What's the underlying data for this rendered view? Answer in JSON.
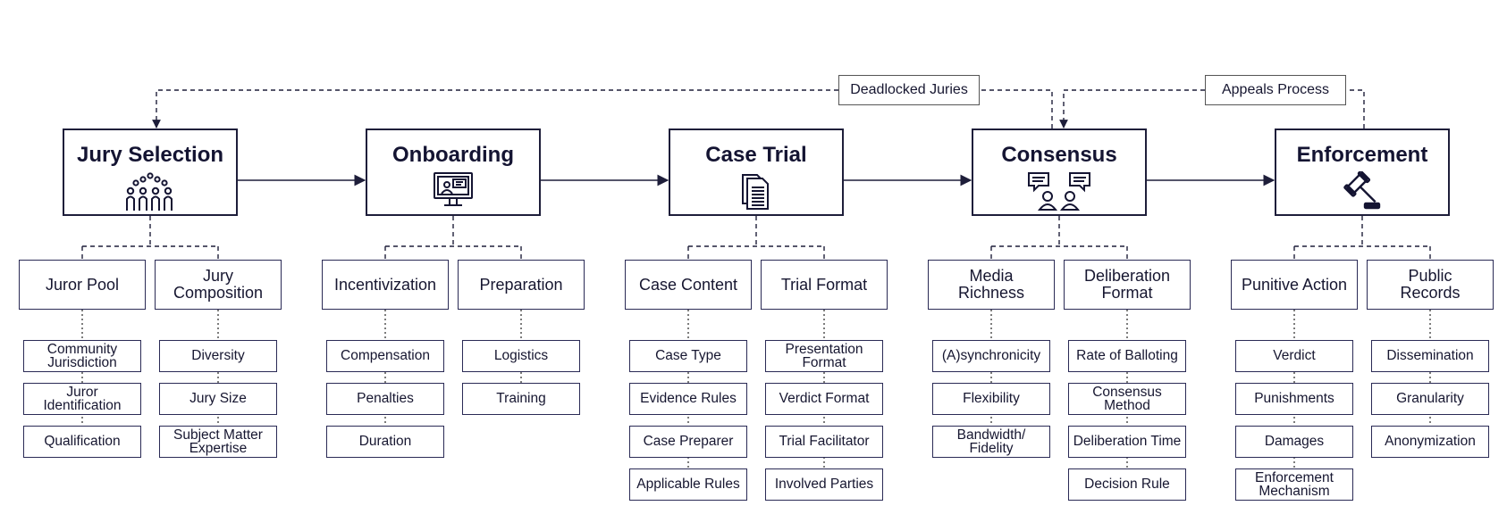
{
  "stages": [
    {
      "title": "Jury Selection",
      "icon": "jury-group-icon",
      "categories": [
        {
          "label": "Juror Pool",
          "items": [
            "Community\nJurisdiction",
            "Juror\nIdentification",
            "Qualification"
          ]
        },
        {
          "label": "Jury\nComposition",
          "items": [
            "Diversity",
            "Jury Size",
            "Subject Matter\nExpertise"
          ]
        }
      ]
    },
    {
      "title": "Onboarding",
      "icon": "monitor-presentation-icon",
      "categories": [
        {
          "label": "Incentivization",
          "items": [
            "Compensation",
            "Penalties",
            "Duration"
          ]
        },
        {
          "label": "Preparation",
          "items": [
            "Logistics",
            "Training"
          ]
        }
      ]
    },
    {
      "title": "Case Trial",
      "icon": "documents-icon",
      "categories": [
        {
          "label": "Case Content",
          "items": [
            "Case Type",
            "Evidence Rules",
            "Case Preparer",
            "Applicable Rules"
          ]
        },
        {
          "label": "Trial Format",
          "items": [
            "Presentation\nFormat",
            "Verdict Format",
            "Trial Facilitator",
            "Involved Parties"
          ]
        }
      ]
    },
    {
      "title": "Consensus",
      "icon": "discussion-icon",
      "categories": [
        {
          "label": "Media\nRichness",
          "items": [
            "(A)synchronicity",
            "Flexibility",
            "Bandwidth/\nFidelity"
          ]
        },
        {
          "label": "Deliberation\nFormat",
          "items": [
            "Rate of Balloting",
            "Consensus\nMethod",
            "Deliberation Time",
            "Decision Rule"
          ]
        }
      ]
    },
    {
      "title": "Enforcement",
      "icon": "gavel-icon",
      "categories": [
        {
          "label": "Punitive Action",
          "items": [
            "Verdict",
            "Punishments",
            "Damages",
            "Enforcement\nMechanism"
          ]
        },
        {
          "label": "Public\nRecords",
          "items": [
            "Dissemination",
            "Granularity",
            "Anonymization"
          ]
        }
      ]
    }
  ],
  "feedback_loops": [
    {
      "label": "Deadlocked Juries",
      "from": "Consensus",
      "to": "Jury Selection"
    },
    {
      "label": "Appeals Process",
      "from": "Enforcement",
      "to": "Consensus"
    }
  ],
  "colors": {
    "stroke": "#1e1e3a",
    "text": "#161630",
    "dashed": "#333333"
  }
}
